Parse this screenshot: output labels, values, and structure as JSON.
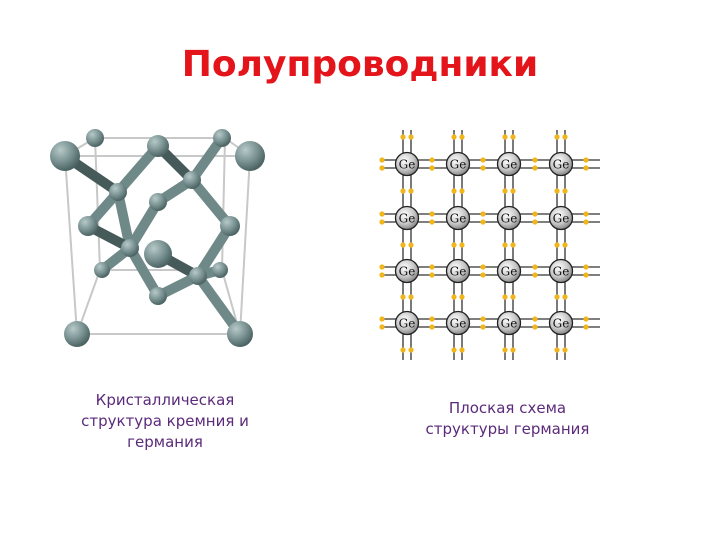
{
  "slide": {
    "title": "Полупроводники",
    "title_color": "#e3141a",
    "caption_color": "#5b2a7a"
  },
  "left_figure": {
    "description": "3D crystal lattice model (diamond cubic) of silicon and germanium",
    "atom_color": "#7c9494",
    "caption_lines": [
      "Кристаллическая",
      "структура кремния и",
      "германия"
    ]
  },
  "right_figure": {
    "description": "Flat scheme of germanium crystal structure",
    "atom_label": "Ge",
    "rows": 4,
    "cols": 4,
    "electron_color": "#f2b51a",
    "caption_lines": [
      "Плоская схема",
      "структуры германия"
    ]
  }
}
